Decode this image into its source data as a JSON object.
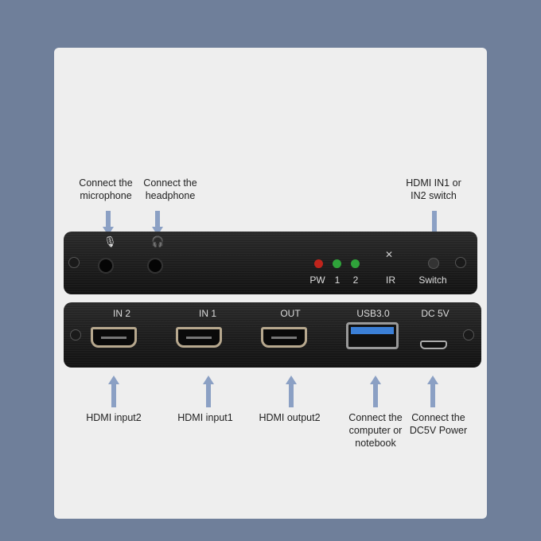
{
  "top_labels": {
    "microphone": "Connect the\nmicrophone",
    "headphone": "Connect the\nheadphone",
    "switch": "HDMI IN1 or\nIN2 switch"
  },
  "front_panel": {
    "pw": "PW",
    "led1": "1",
    "led2": "2",
    "ir": "IR",
    "switch": "Switch",
    "led_colors": {
      "pw": "#c0241c",
      "in1": "#2fa33a",
      "in2": "#2fa33a"
    }
  },
  "rear_panel": {
    "in2": "IN 2",
    "in1": "IN 1",
    "out": "OUT",
    "usb": "USB3.0",
    "dc": "DC 5V"
  },
  "bottom_labels": {
    "in2": "HDMI input2",
    "in1": "HDMI input1",
    "out": "HDMI output2",
    "usb": "Connect the\ncomputer or\nnotebook",
    "dc": "Connect the\nDC5V Power"
  },
  "colors": {
    "background": "#6f7f9a",
    "card": "#eeeeee",
    "arrow": "#8ba0c4"
  }
}
